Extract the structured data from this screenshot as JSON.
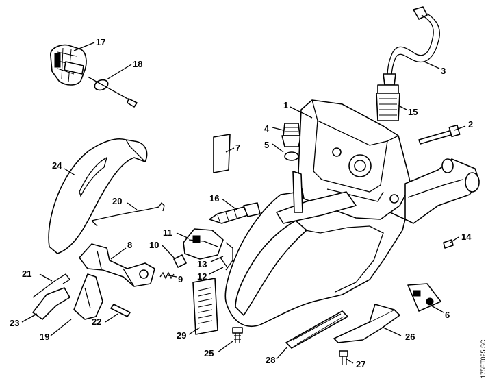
{
  "callouts": [
    {
      "id": "1",
      "label": "1"
    },
    {
      "id": "2",
      "label": "2"
    },
    {
      "id": "3",
      "label": "3"
    },
    {
      "id": "4",
      "label": "4"
    },
    {
      "id": "5",
      "label": "5"
    },
    {
      "id": "6",
      "label": "6"
    },
    {
      "id": "7",
      "label": "7"
    },
    {
      "id": "8",
      "label": "8"
    },
    {
      "id": "9",
      "label": "9"
    },
    {
      "id": "10",
      "label": "10"
    },
    {
      "id": "11",
      "label": "11"
    },
    {
      "id": "12",
      "label": "12"
    },
    {
      "id": "13",
      "label": "13"
    },
    {
      "id": "14",
      "label": "14"
    },
    {
      "id": "15",
      "label": "15"
    },
    {
      "id": "16",
      "label": "16"
    },
    {
      "id": "17",
      "label": "17"
    },
    {
      "id": "18",
      "label": "18"
    },
    {
      "id": "19",
      "label": "19"
    },
    {
      "id": "20",
      "label": "20"
    },
    {
      "id": "21",
      "label": "21"
    },
    {
      "id": "22",
      "label": "22"
    },
    {
      "id": "23",
      "label": "23"
    },
    {
      "id": "24",
      "label": "24"
    },
    {
      "id": "25",
      "label": "25"
    },
    {
      "id": "26",
      "label": "26"
    },
    {
      "id": "27",
      "label": "27"
    },
    {
      "id": "28",
      "label": "28"
    },
    {
      "id": "29",
      "label": "29"
    }
  ],
  "drawing_ref": "175ET025 SC"
}
